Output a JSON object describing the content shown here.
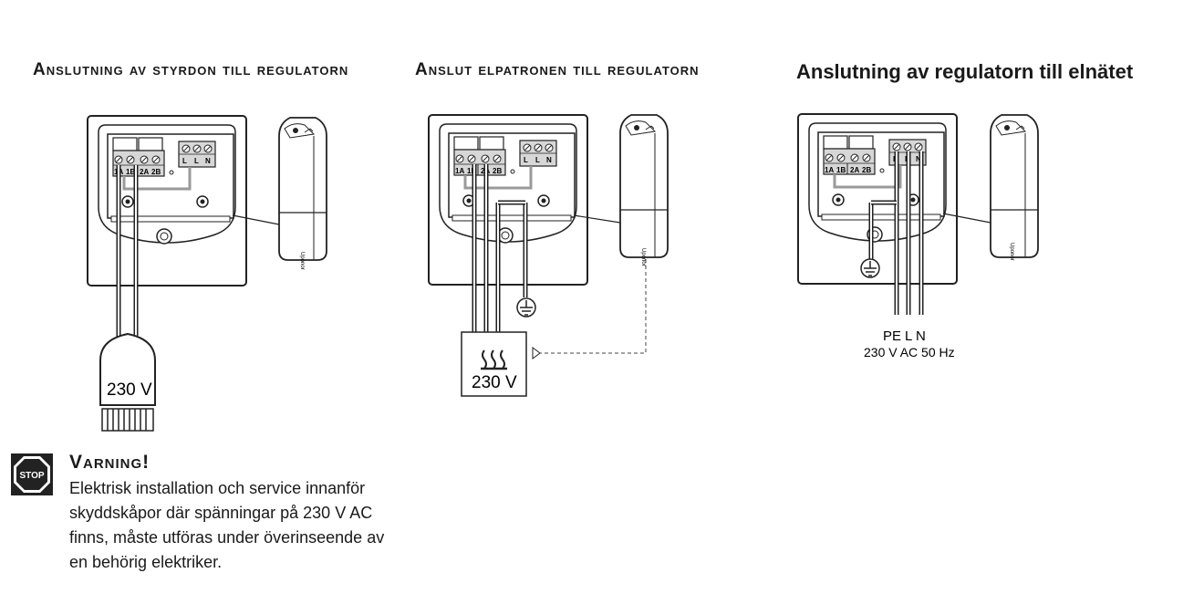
{
  "sections": [
    {
      "title": "Anslutning av styrdon till regulatorn"
    },
    {
      "title": "Anslut elpatronen till regulatorn"
    },
    {
      "title": "Anslutning av regulatorn till elnätet"
    }
  ],
  "terminals": {
    "left": [
      "1A",
      "1B",
      "2A",
      "2B"
    ],
    "right": [
      "L",
      "L",
      "N"
    ]
  },
  "actuator": {
    "label": "230 V"
  },
  "heater": {
    "label": "230 V"
  },
  "mains": {
    "pe": "PE",
    "l": "L",
    "n": "N",
    "supply": "230 V AC 50 Hz"
  },
  "brand": "Uponor",
  "warning": {
    "icon_text": "STOP",
    "title": "Varning!",
    "text": "Elektrisk installation och service innanför skyddskåpor där spänningar på 230 V AC finns, måste utföras under överinseende av en behörig elektriker."
  }
}
